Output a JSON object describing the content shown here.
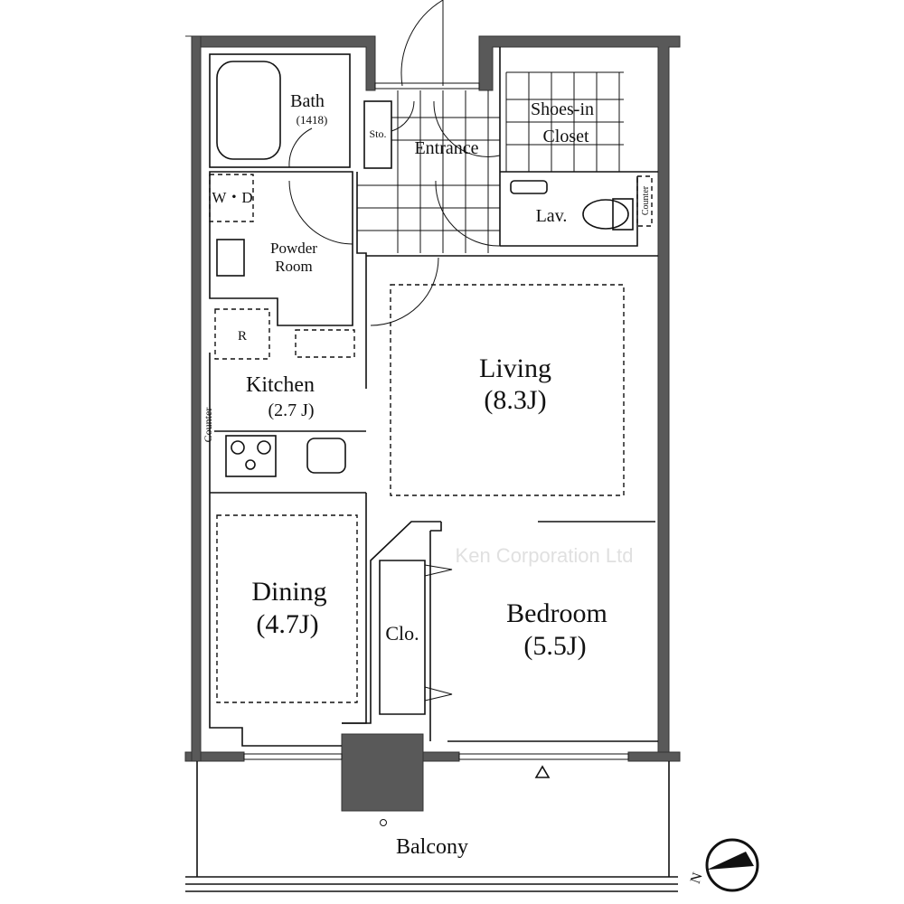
{
  "rooms": {
    "bath": {
      "name": "Bath",
      "size": "(1418)"
    },
    "storage": "Sto.",
    "entrance": "Entrance",
    "shoes_closet": {
      "line1": "Shoes-in",
      "line2": "Closet"
    },
    "washer_dryer": "W・D",
    "lavatory": "Lav.",
    "lav_counter": "Counter",
    "powder_room": {
      "line1": "Powder",
      "line2": "Room"
    },
    "refrigerator": "R",
    "kitchen": {
      "name": "Kitchen",
      "size": "(2.7 J)"
    },
    "kitchen_counter": "Counter",
    "living": {
      "name": "Living",
      "size": "(8.3J)"
    },
    "dining": {
      "name": "Dining",
      "size": "(4.7J)"
    },
    "closet": "Clo.",
    "bedroom": {
      "name": "Bedroom",
      "size": "(5.5J)"
    },
    "balcony": "Balcony"
  },
  "compass": {
    "north_label": "N"
  },
  "watermark": "Ken Corporation Ltd",
  "colors": {
    "wall": "#595959",
    "line": "#111111"
  }
}
